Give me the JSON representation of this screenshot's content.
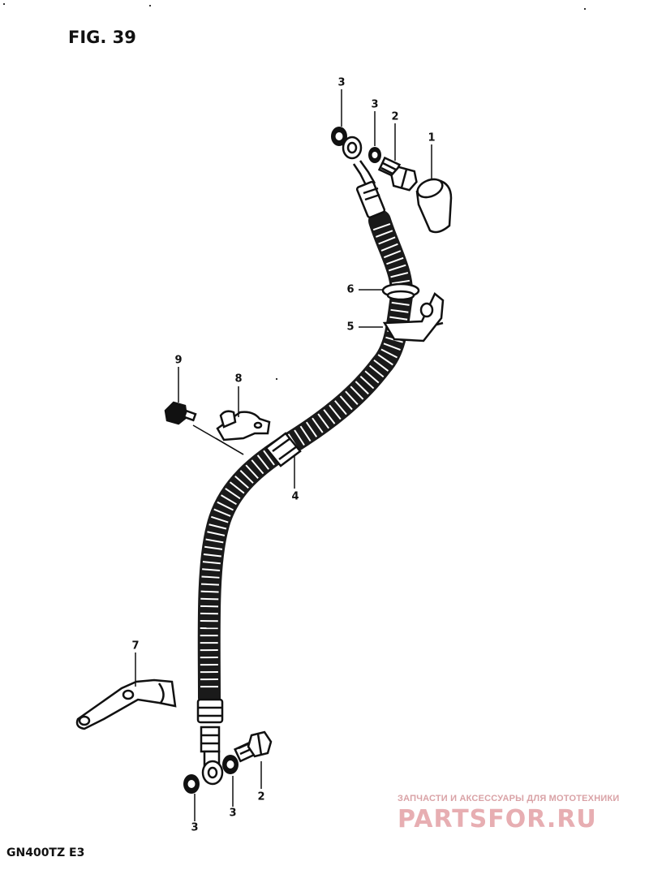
{
  "figure": {
    "title": "FIG. 39",
    "model_code": "GN400TZ  E3"
  },
  "callouts": [
    {
      "id": "c-3a",
      "label": "3"
    },
    {
      "id": "c-3b",
      "label": "3"
    },
    {
      "id": "c-2a",
      "label": "2"
    },
    {
      "id": "c-1",
      "label": "1"
    },
    {
      "id": "c-6",
      "label": "6"
    },
    {
      "id": "c-5",
      "label": "5"
    },
    {
      "id": "c-9",
      "label": "9"
    },
    {
      "id": "c-8",
      "label": "8"
    },
    {
      "id": "c-4",
      "label": "4"
    },
    {
      "id": "c-7",
      "label": "7"
    },
    {
      "id": "c-2b",
      "label": "2"
    },
    {
      "id": "c-3c",
      "label": "3"
    },
    {
      "id": "c-3d",
      "label": "3"
    }
  ],
  "watermark": {
    "caption": "ЗАПЧАСТИ И АКСЕССУАРЫ ДЛЯ МОТОТЕХНИКИ",
    "logo": "PARTSFOR.RU",
    "color": "#e7aeb2"
  }
}
